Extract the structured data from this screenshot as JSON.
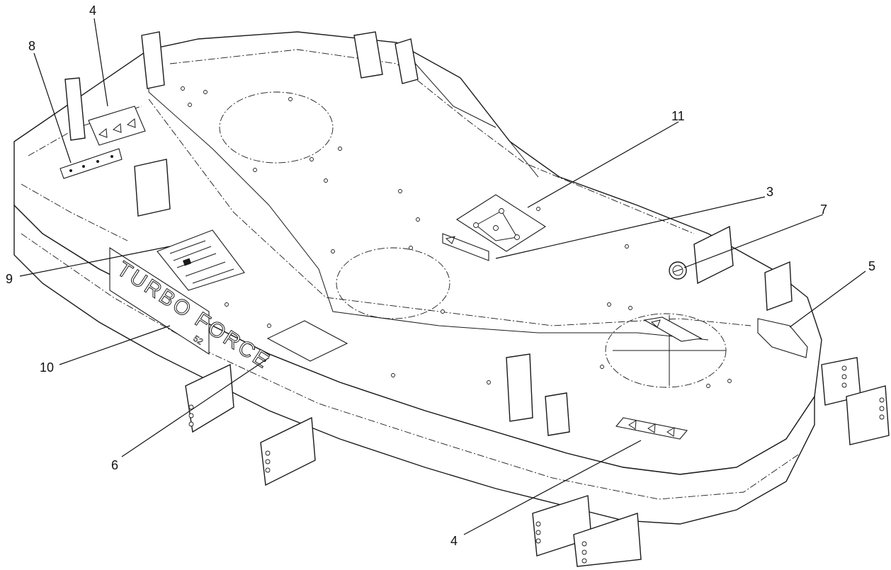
{
  "callouts": [
    {
      "id": "c4a",
      "label": "4"
    },
    {
      "id": "c8",
      "label": "8"
    },
    {
      "id": "c11",
      "label": "11"
    },
    {
      "id": "c3",
      "label": "3"
    },
    {
      "id": "c7",
      "label": "7"
    },
    {
      "id": "c5",
      "label": "5"
    },
    {
      "id": "c9",
      "label": "9"
    },
    {
      "id": "c10",
      "label": "10"
    },
    {
      "id": "c6",
      "label": "6"
    },
    {
      "id": "c4b",
      "label": "4"
    }
  ],
  "decal_text": {
    "brand": "TURBO FORCE",
    "brand_size": "52"
  }
}
